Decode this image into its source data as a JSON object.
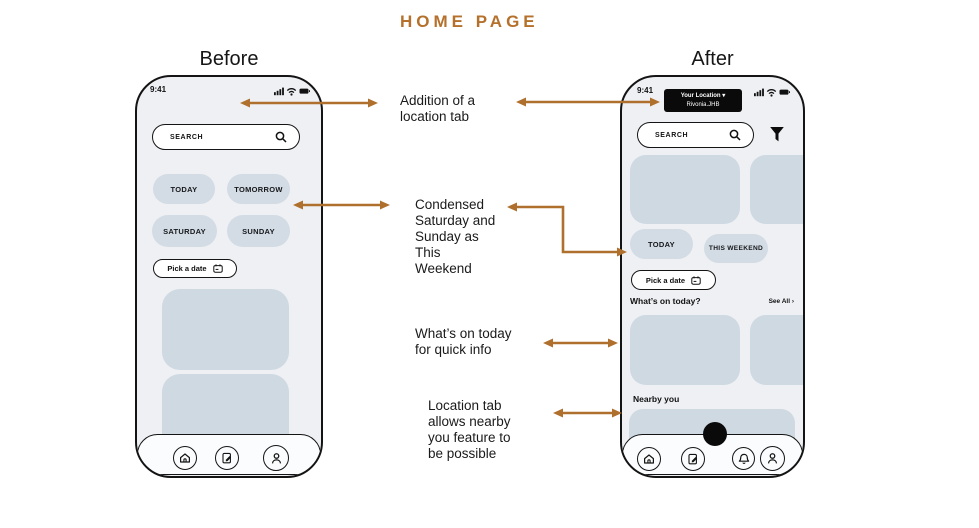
{
  "page": {
    "title": "HOME PAGE"
  },
  "panels": {
    "before": {
      "label": "Before"
    },
    "after": {
      "label": "After"
    }
  },
  "status": {
    "time": "9:41"
  },
  "before": {
    "search_placeholder": "SEARCH",
    "chips": [
      "TODAY",
      "TOMORROW",
      "SATURDAY",
      "SUNDAY"
    ],
    "pick_date_label": "Pick a date"
  },
  "after": {
    "search_placeholder": "SEARCH",
    "location_tab": {
      "label": "Your Location",
      "caret": "▾",
      "value": "Rivonia.JHB"
    },
    "chips": [
      "TODAY",
      "THIS WEEKEND"
    ],
    "pick_date_label": "Pick a date",
    "whats_on_heading": "What’s on today?",
    "see_all": {
      "label": "See All",
      "chevron": "›"
    },
    "nearby_heading": "Nearby you"
  },
  "annotations": [
    {
      "text": "Addition of a\nlocation tab"
    },
    {
      "text": "Condensed\nSaturday and\nSunday as\nThis\nWeekend"
    },
    {
      "text": "What’s on today\nfor quick info"
    },
    {
      "text": "Location tab\nallows nearby\nyou feature to\nbe possible"
    }
  ],
  "colors": {
    "accent": "#b5712c",
    "arrow": "#b0702d",
    "phone_bg": "#eef0f4",
    "card": "#d2dbe3",
    "tab_bg": "#0a0a0a"
  }
}
